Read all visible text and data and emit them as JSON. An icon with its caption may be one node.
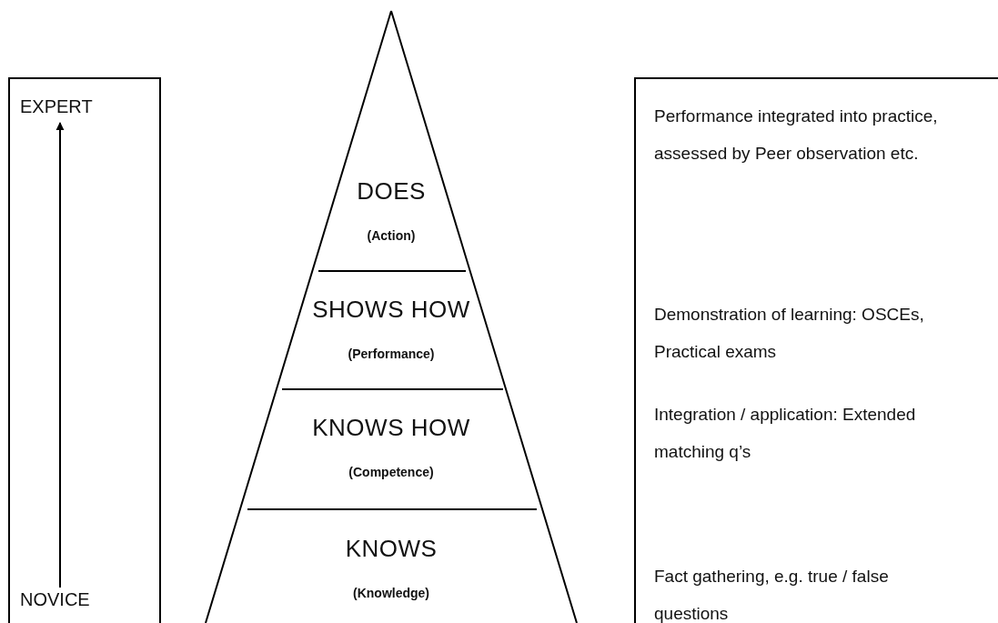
{
  "diagram": {
    "nodes": [
      {
        "text": [],
        "shape": "box"
      },
      {
        "text": [
          "EXPERT"
        ],
        "in": 0
      },
      {
        "text": [
          "NOVICE"
        ],
        "in": 0
      },
      {
        "text": [],
        "shape": "triangle"
      },
      {
        "text": [
          "DOES",
          "(Action)"
        ],
        "in": 3
      },
      {
        "text": [
          "SHOWS HOW",
          "(Performance)"
        ],
        "in": 3
      },
      {
        "text": [
          "KNOWS HOW",
          "(Competence)"
        ],
        "in": 3
      },
      {
        "text": [
          "KNOWS",
          "(Knowledge)"
        ],
        "in": 3
      },
      {
        "text": [
          "Performance integrated into practice, assessed by Peer observation etc.",
          "Demonstration of learning: OSCEs, Practical exams",
          "Integration / application: Extended matching q’s",
          "Fact gathering, e.g. true / false questions"
        ]
      }
    ],
    "edges": [
      {
        "from": 2,
        "to": 1,
        "arrow": "to"
      }
    ]
  }
}
